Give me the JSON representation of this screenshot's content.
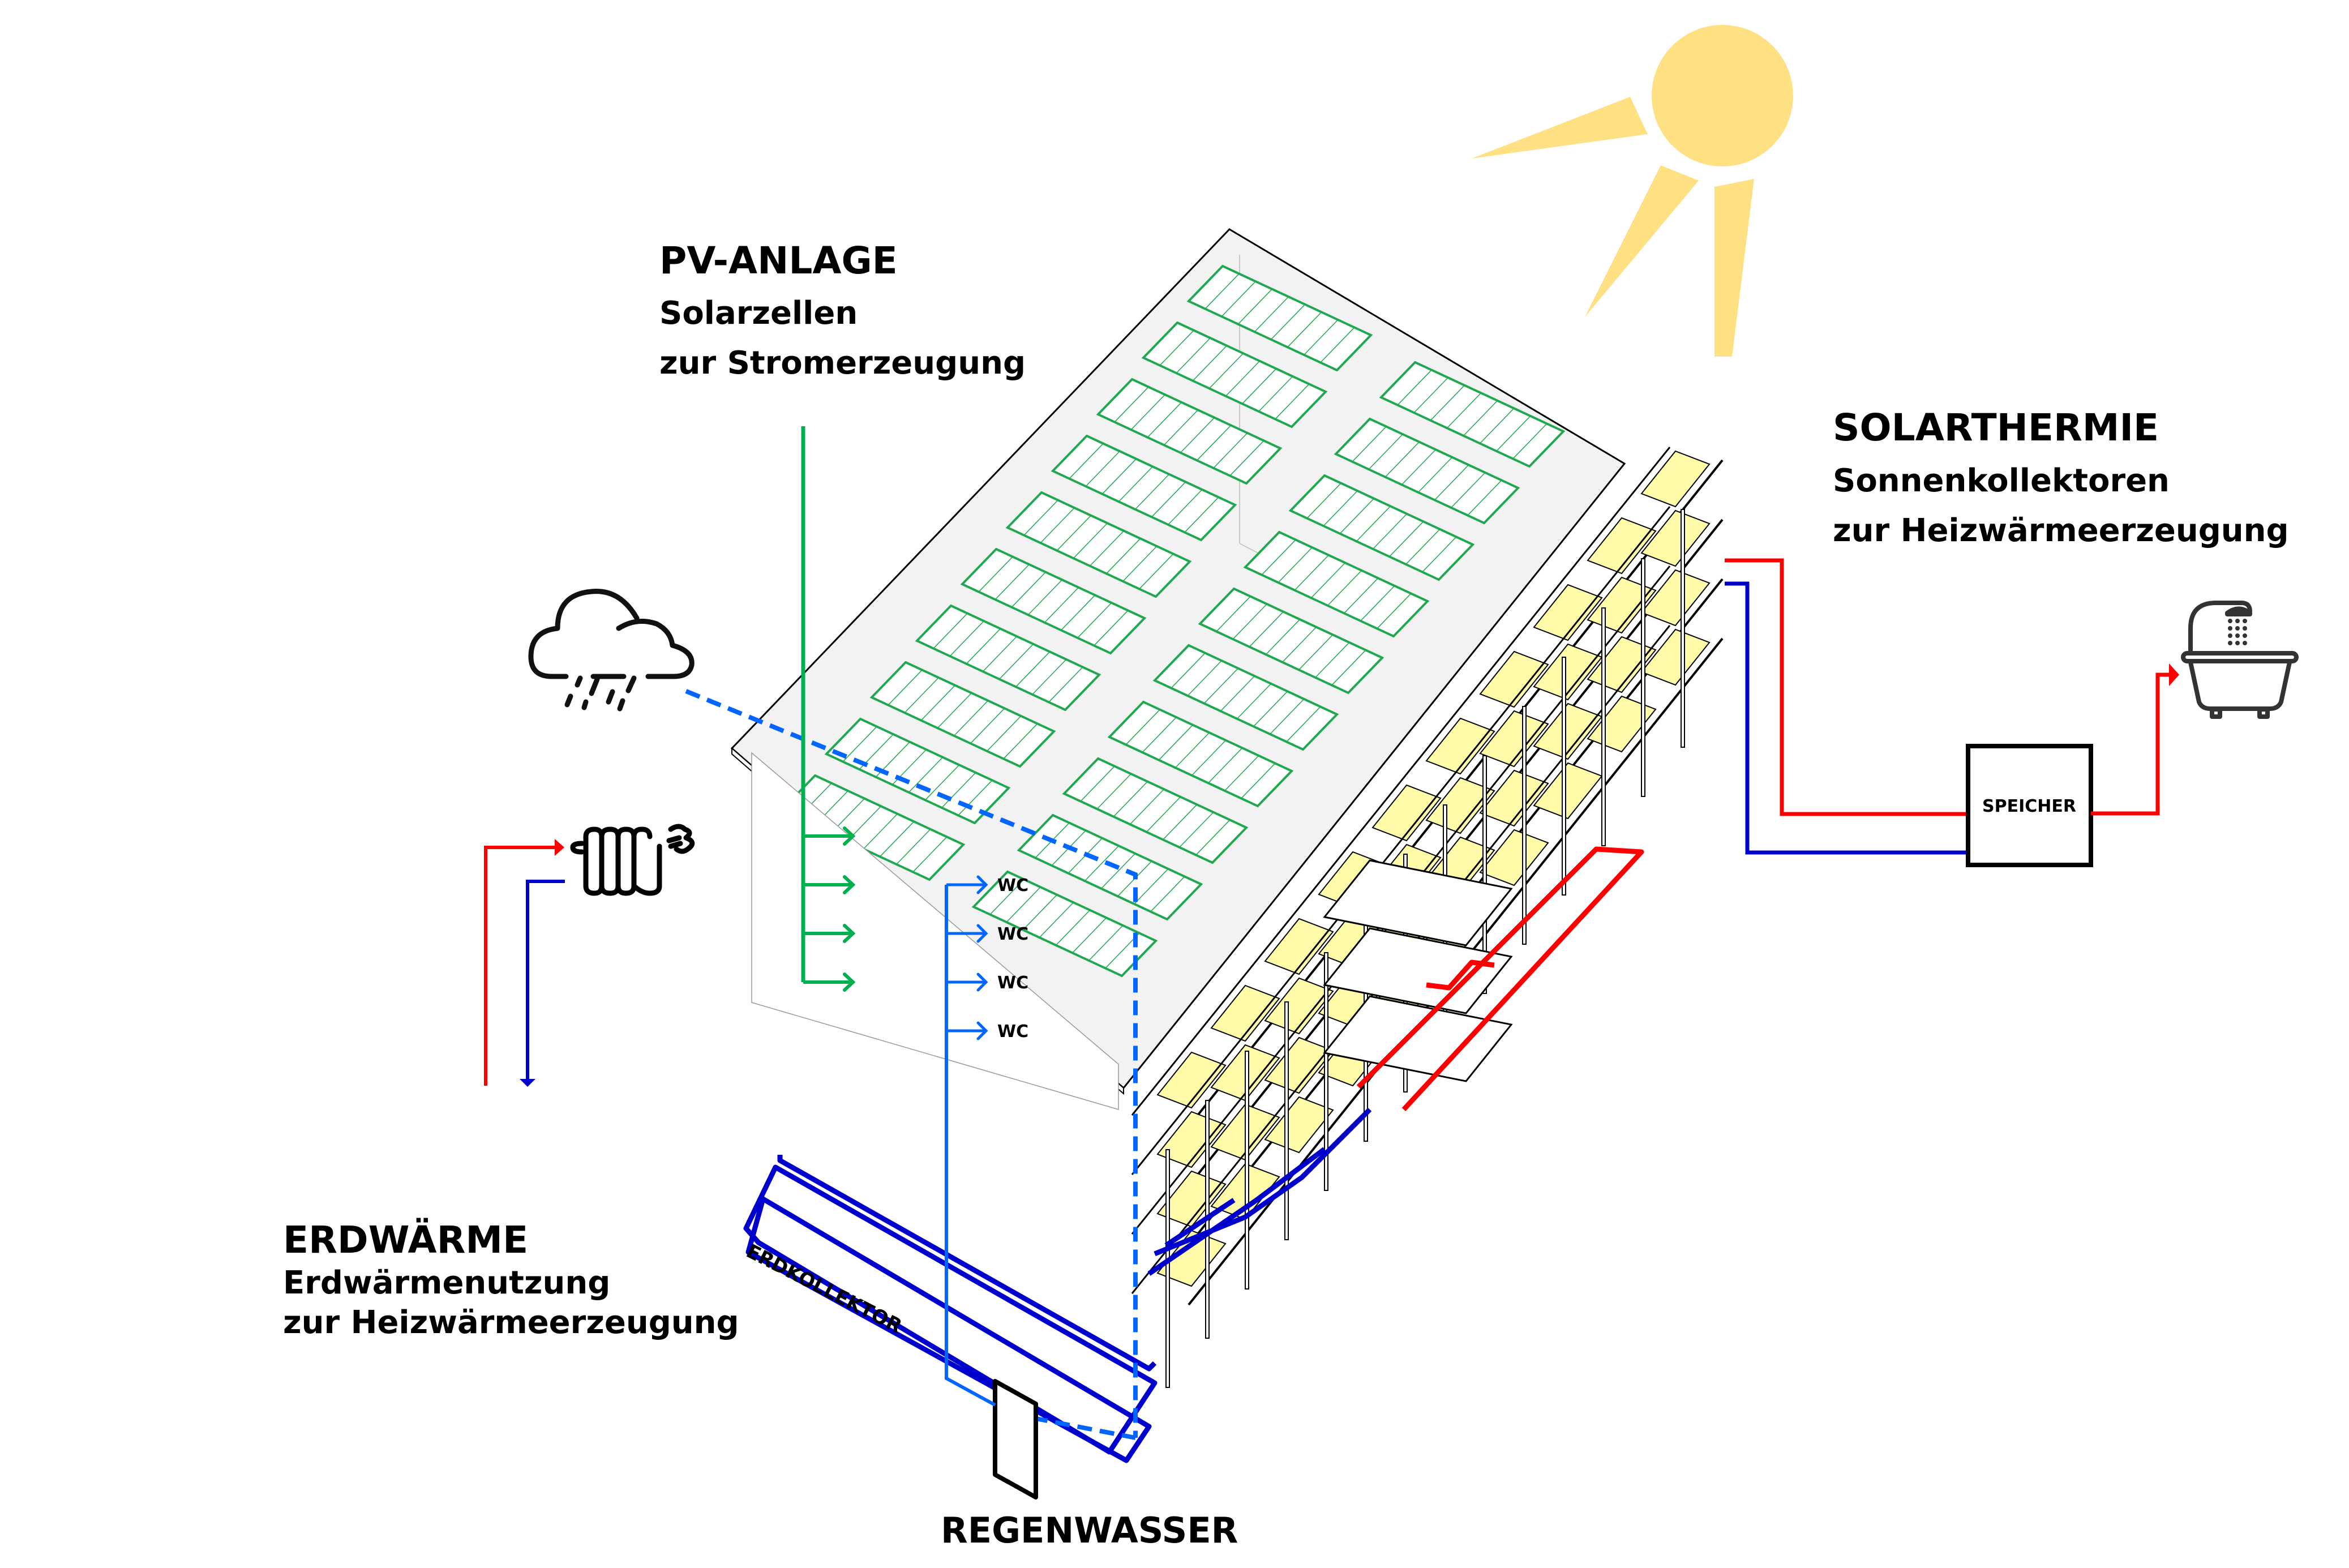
{
  "colors": {
    "sun": "#FFE082",
    "pv_green": "#1FA84F",
    "pv_line": "#00B050",
    "roof_fill": "#F2F2F2",
    "collector_yellow": "#FFFBA8",
    "hot_red": "#FF0000",
    "cold_blue": "#0000CC",
    "water_blue": "#0066FF",
    "frame_black": "#000000"
  },
  "pv": {
    "title": "PV-ANLAGE",
    "line1": "Solarzellen",
    "line2": "zur Stromerzeugung",
    "outlets": 4
  },
  "solarthermie": {
    "title": "SOLARTHERMIE",
    "line1": "Sonnenkollektoren",
    "line2": "zur Heizwärmeerzeugung"
  },
  "speicher": {
    "label": "SPEICHER"
  },
  "erdwaerme": {
    "title": "ERDWÄRME",
    "line1": "Erdwärmenutzung",
    "line2": "zur Heizwärmeerzeugung",
    "collector_label": "ERDKOLLEKTOR"
  },
  "regenwasser": {
    "title": "REGENWASSER",
    "wc_outlets": [
      "WC",
      "WC",
      "WC",
      "WC"
    ]
  },
  "icons": {
    "sun": "sun-icon",
    "cloud": "rain-cloud-icon",
    "radiator": "radiator-icon",
    "bathtub": "bathtub-shower-icon",
    "cistern": "cistern-tank-icon"
  }
}
